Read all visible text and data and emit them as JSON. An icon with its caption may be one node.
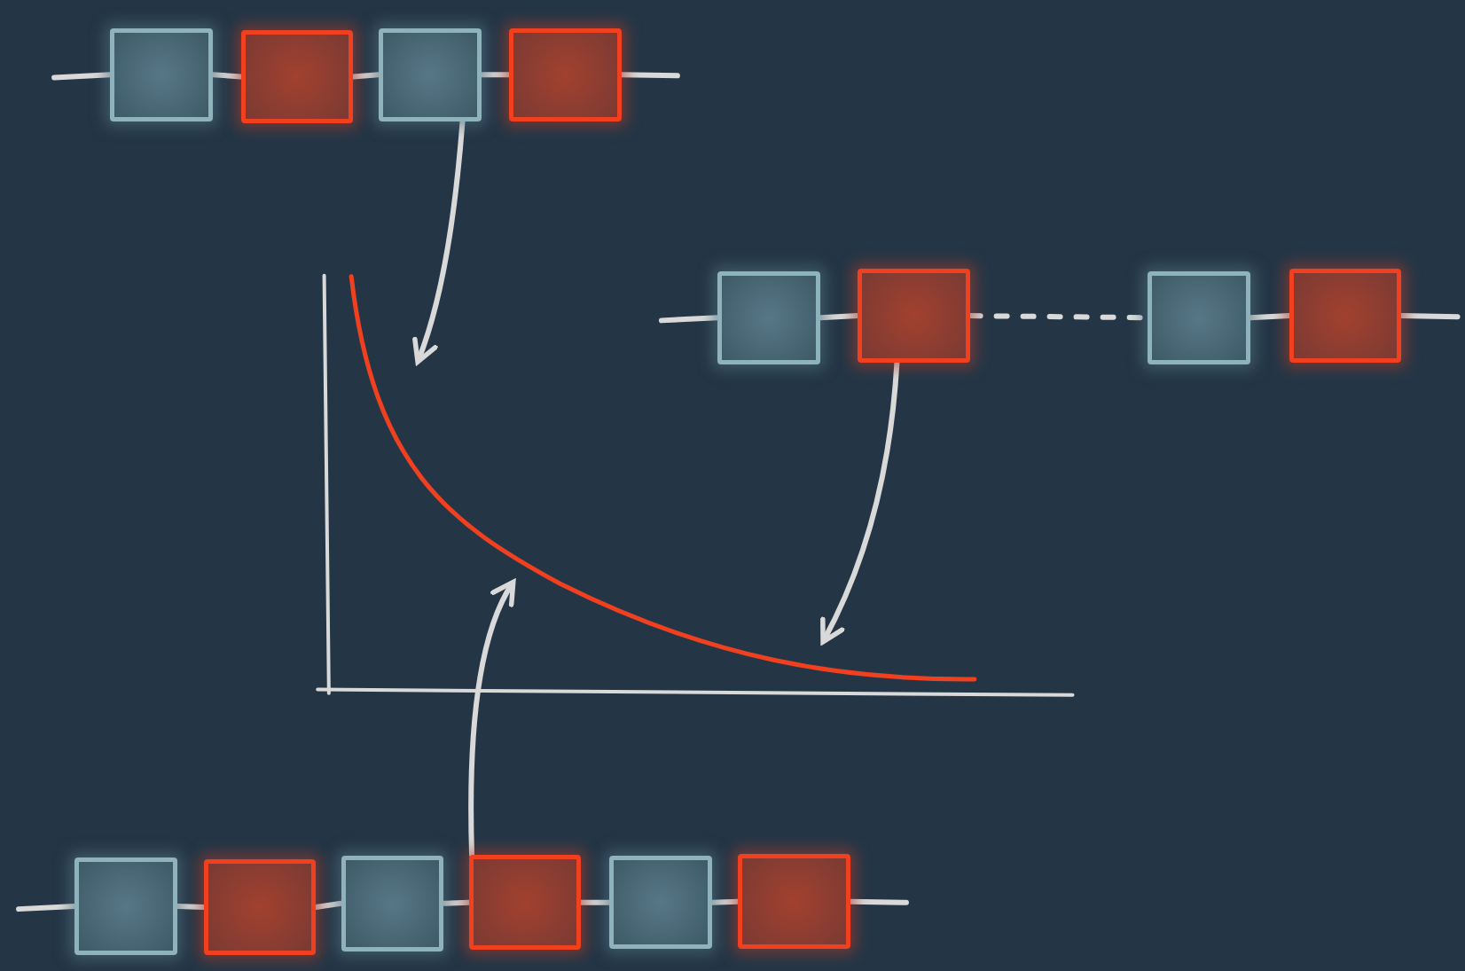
{
  "diagram": {
    "nodes": [
      {
        "text": [],
        "shape": "box"
      },
      {
        "text": [],
        "shape": "box"
      },
      {
        "text": [],
        "shape": "box"
      },
      {
        "text": [],
        "shape": "box"
      },
      {
        "text": [],
        "shape": "box"
      },
      {
        "text": [],
        "shape": "box"
      },
      {
        "text": [],
        "shape": "box"
      },
      {
        "text": [],
        "shape": "box"
      },
      {
        "text": [],
        "shape": "box"
      },
      {
        "text": [],
        "shape": "box"
      },
      {
        "text": [],
        "shape": "box"
      },
      {
        "text": [],
        "shape": "box"
      },
      {
        "text": [],
        "shape": "box"
      },
      {
        "text": [],
        "shape": "box"
      }
    ],
    "edges": [
      {
        "from": null,
        "to": 0,
        "arrow": "none"
      },
      {
        "from": 0,
        "to": 1,
        "arrow": "none"
      },
      {
        "from": 1,
        "to": 2,
        "arrow": "none"
      },
      {
        "from": 2,
        "to": 3,
        "arrow": "none"
      },
      {
        "from": 3,
        "to": null,
        "arrow": "none"
      },
      {
        "from": null,
        "to": 4,
        "arrow": "none"
      },
      {
        "from": 4,
        "to": 5,
        "arrow": "none"
      },
      {
        "from": 5,
        "to": 6,
        "arrow": "none",
        "style": "dashed"
      },
      {
        "from": 6,
        "to": 7,
        "arrow": "none"
      },
      {
        "from": 7,
        "to": null,
        "arrow": "none"
      },
      {
        "from": null,
        "to": 8,
        "arrow": "none"
      },
      {
        "from": 8,
        "to": 9,
        "arrow": "none"
      },
      {
        "from": 9,
        "to": 10,
        "arrow": "none"
      },
      {
        "from": 10,
        "to": 11,
        "arrow": "none"
      },
      {
        "from": 11,
        "to": 12,
        "arrow": "none"
      },
      {
        "from": 12,
        "to": 13,
        "arrow": "none"
      },
      {
        "from": 13,
        "to": null,
        "arrow": "none"
      },
      {
        "from": 2,
        "to": null,
        "arrow": "to"
      },
      {
        "from": 5,
        "to": null,
        "arrow": "to"
      },
      {
        "from": 11,
        "to": null,
        "arrow": "to"
      }
    ]
  }
}
